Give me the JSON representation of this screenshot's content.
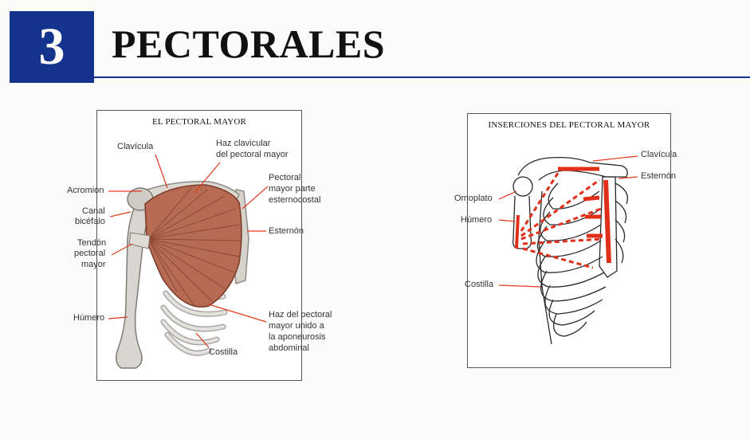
{
  "header": {
    "chapter_number": "3",
    "title": "PECTORALES"
  },
  "left_figure": {
    "title": "EL PECTORAL MAYOR",
    "labels": {
      "clavicula": "Clavícula",
      "haz_clavicular_1": "Haz clavicular",
      "haz_clavicular_2": "del pectoral mayor",
      "acromion": "Acromion",
      "canal_1": "Canal",
      "canal_2": "bicéfalo",
      "tendon_1": "Tendón",
      "tendon_2": "pectoral",
      "tendon_3": "mayor",
      "pectoral_parte_1": "Pectoral",
      "pectoral_parte_2": "mayor parte",
      "pectoral_parte_3": "esternocostal",
      "esternon": "Esternón",
      "humero": "Húmero",
      "haz_unido_1": "Haz del pectoral",
      "haz_unido_2": "mayor unido a",
      "haz_unido_3": "la aponeurosis",
      "haz_unido_4": "abdominal",
      "costilla": "Costilla"
    }
  },
  "right_figure": {
    "title": "INSERCIONES DEL PECTORAL MAYOR",
    "labels": {
      "clavicula": "Clavícula",
      "esternon": "Esternón",
      "omoplato": "Omoplato",
      "humero": "Húmero",
      "costilla": "Costilla"
    }
  },
  "colors": {
    "chapter_box": "#14338c",
    "leader_lines": "#e03a1e",
    "muscle": "#a5523c",
    "bone": "#d9d7d2"
  }
}
